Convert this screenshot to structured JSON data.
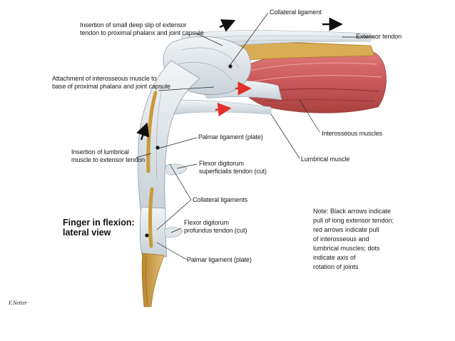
{
  "labels": {
    "collateral_ligament": "Collateral ligament",
    "insertion_small_slip": "Insertion of small deep slip of extensor\ntendon to proximal phalanx and joint capsule",
    "extensor_tendon": "Extensor tendon",
    "attachment_interosseous": "Attachment of interosseous muscle to\nbase of proximal phalanx and joint capsule",
    "interosseous_muscles": "Interosseous muscles",
    "palmar_ligament_top": "Palmar ligament (plate)",
    "insertion_lumbrical": "Insertion of lumbrical\nmuscle to extensor tendon",
    "flexor_superficialis": "Flexor digitorum\nsuperficialis tendon (cut)",
    "lumbrical_muscle": "Lumbrical muscle",
    "collateral_ligaments": "Collateral ligaments",
    "flexor_profundus": "Flexor digitorum\nprofundus tendon (cut)",
    "palmar_ligament_bottom": "Palmar ligament (plate)"
  },
  "title": "Finger in flexion:\nlateral view",
  "note": "Note: Black arrows indicate\npull of long extensor tendon;\nred arrows indicate pull\nof interosseous and\nlumbrical muscles; dots\nindicate axis of\nrotation of joints",
  "signature": "F.Netter",
  "colors": {
    "muscle": "#c9575a",
    "tendon": "#dfe6ea",
    "bone": "#c99a3c",
    "black_arrow": "#111111",
    "red_arrow": "#e0302a"
  }
}
